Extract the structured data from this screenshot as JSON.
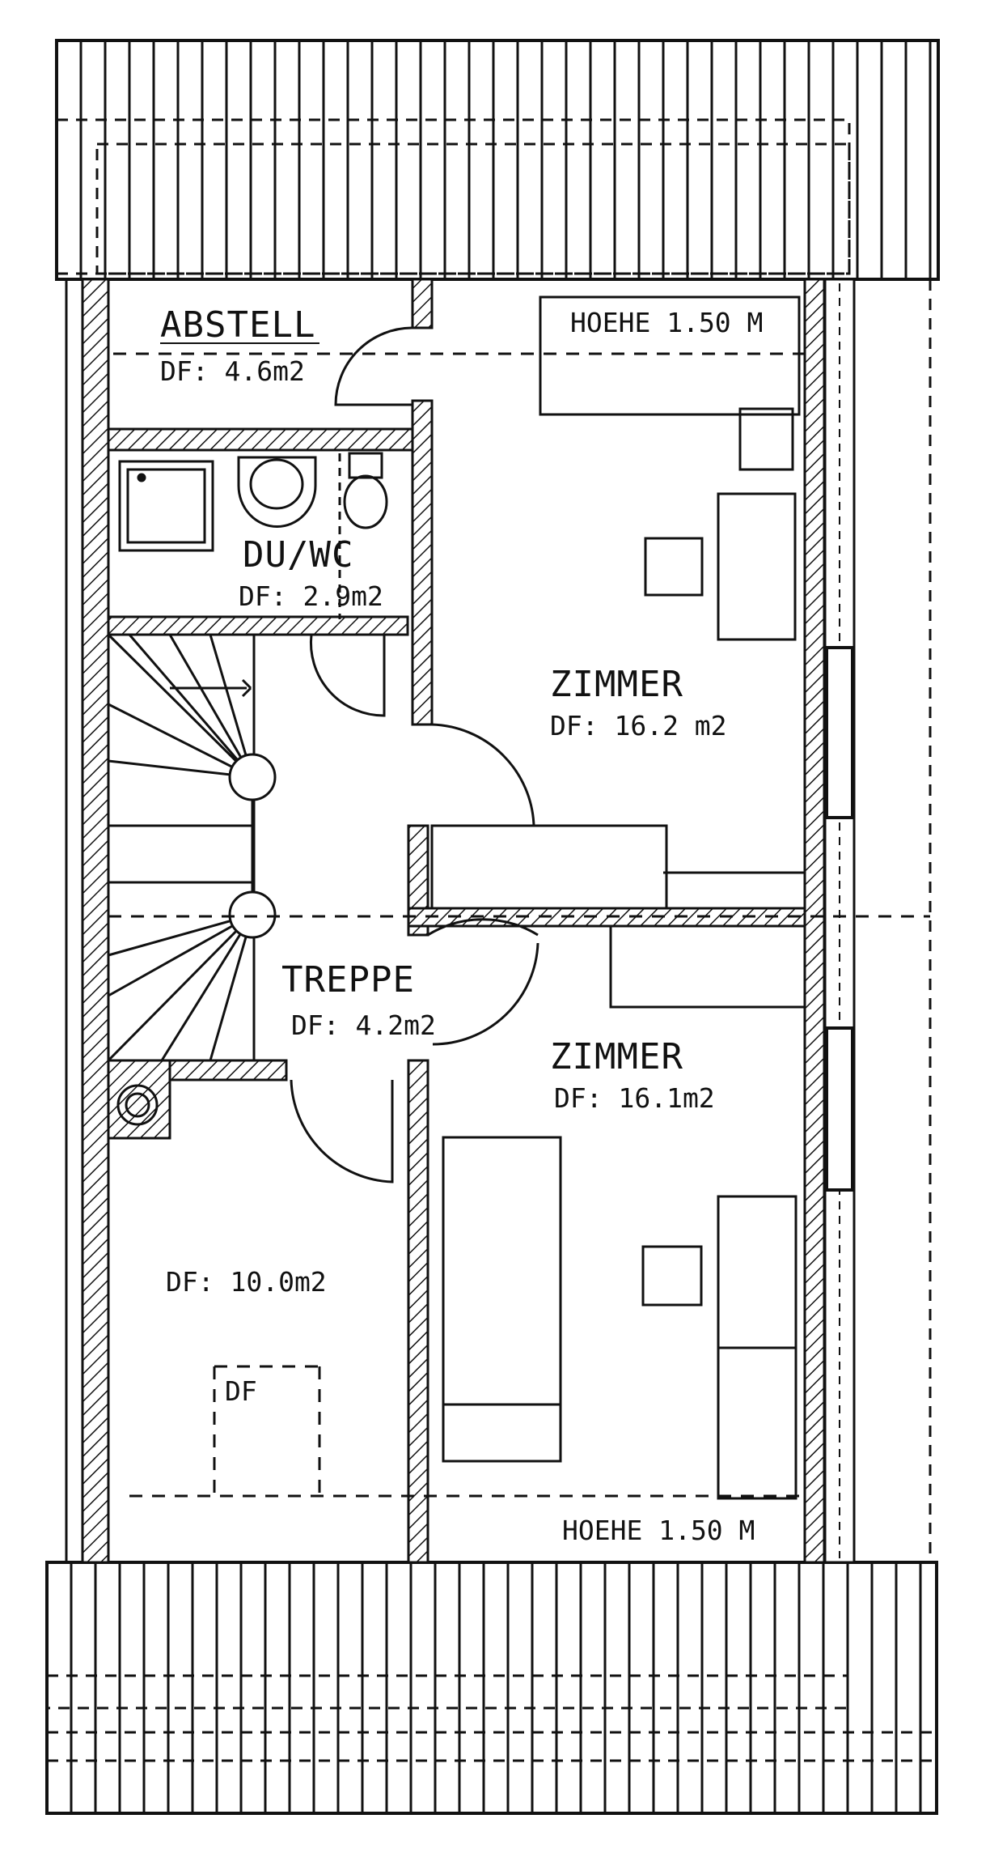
{
  "plan": {
    "rooms": {
      "abstell": {
        "name": "ABSTELL",
        "area": "DF: 4.6m2"
      },
      "bath": {
        "name": "DU/WC",
        "area": "DF: 2.9m2"
      },
      "stair": {
        "name": "TREPPE",
        "area": "DF: 4.2m2"
      },
      "room_upper": {
        "name": "ZIMMER",
        "area": "DF: 16.2 m2"
      },
      "room_lower": {
        "name": "ZIMMER",
        "area": "DF: 16.1m2"
      },
      "left_lower": {
        "area": "DF: 10.0m2"
      },
      "df_box": {
        "label": "DF"
      }
    },
    "height_notes": {
      "top": "HOEHE 1.50 M",
      "bottom": "HOEHE 1.50 M"
    },
    "colors": {
      "line": "#111111",
      "paper": "#ffffff"
    }
  }
}
